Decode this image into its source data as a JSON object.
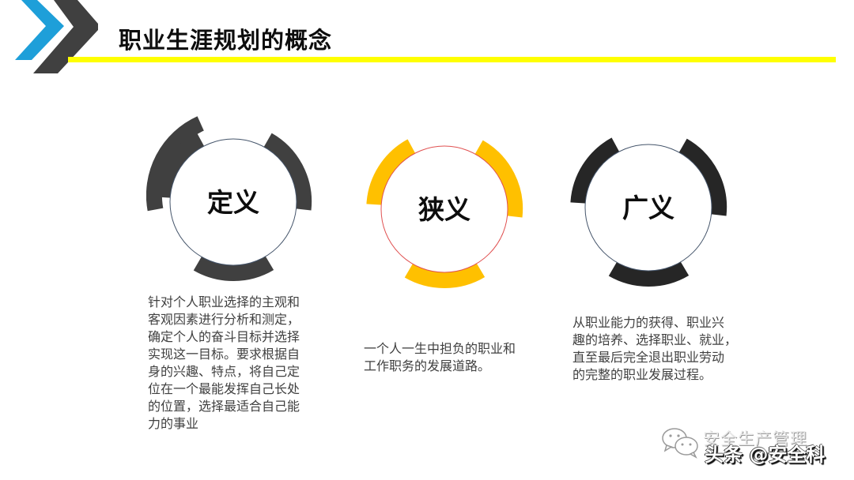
{
  "slide": {
    "title": "职业生涯规划的概念",
    "colors": {
      "chevron_blue": "#1E9FD9",
      "chevron_dark": "#404040",
      "title_underline": "#FFFF00",
      "ring_1": "#404040",
      "ring_2": "#FFC000",
      "ring_3": "#262626",
      "ring_1_outline": "#44546A",
      "ring_2_outline": "#E05050",
      "ring_3_outline": "#44546A",
      "body_text": "#404040"
    },
    "icons": {
      "header_decoration": "double-chevron-right-icon",
      "watermark": "wechat-icon"
    }
  },
  "concepts": [
    {
      "label": "定义",
      "description": "针对个人职业选择的主观和\n客观因素进行分析和测定，\n确定个人的奋斗目标并选择\n实现这一目标。要求根据自\n身的兴趣、特点，将自己定\n位在一个最能发挥自己长处\n的位置，选择最适合自己能\n        力的事业"
    },
    {
      "label": "狭义",
      "description": "一个人一生中担负的职业和\n工作职务的发展道路。"
    },
    {
      "label": "广义",
      "description": "从职业能力的获得、职业兴\n趣的培养、选择职业、就业，\n直至最后完全退出职业劳动\n的完整的职业发展过程。"
    }
  ],
  "watermark": {
    "line1": "安全生产管理",
    "line2": "头条 @安全科"
  }
}
